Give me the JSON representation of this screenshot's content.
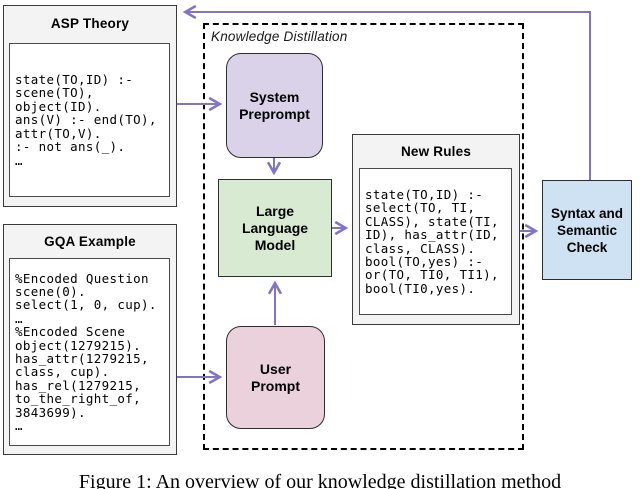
{
  "figure": {
    "caption": "Figure 1: An overview of our knowledge distillation method"
  },
  "asp_theory": {
    "title": "ASP Theory",
    "code": "state(TO,ID) :-\nscene(TO),\nobject(ID).\nans(V) :- end(TO),\nattr(TO,V).\n:- not ans(_).\n…"
  },
  "gqa_example": {
    "title": "GQA Example",
    "code": "%Encoded Question\nscene(0).\nselect(1, 0, cup).\n…\n%Encoded Scene\nobject(1279215).\nhas_attr(1279215,\nclass, cup).\nhas_rel(1279215,\nto_the_right_of,\n3843699).\n…"
  },
  "distillation": {
    "label": "Knowledge Distillation",
    "system_preprompt_label": "System\nPreprompt",
    "llm_label": "Large\nLanguage\nModel",
    "user_prompt_label": "User\nPrompt"
  },
  "new_rules": {
    "title": "New Rules",
    "code": "state(TO,ID) :-\nselect(TO, TI,\nCLASS), state(TI,\nID), has_attr(ID,\nclass, CLASS).\nbool(TO,yes) :-\nor(TO, TI0, TI1),\nbool(TI0,yes)."
  },
  "syntax_check": {
    "label": "Syntax and\nSemantic\nCheck"
  },
  "colors": {
    "arrow": "#8174c5",
    "system_preprompt_fill": "#d9d2e9",
    "llm_fill": "#d9ead3",
    "user_prompt_fill": "#ead1dc",
    "syntax_check_fill": "#cfe2f3",
    "databox_fill": "#f3f3f3"
  }
}
